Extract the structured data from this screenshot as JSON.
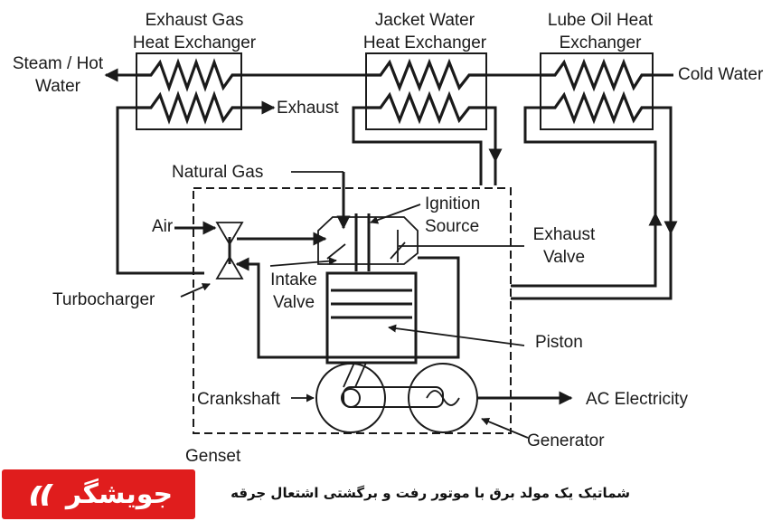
{
  "labels": {
    "exhaust_gas_hx_1": "Exhaust Gas",
    "exhaust_gas_hx_2": "Heat Exchanger",
    "jacket_water_hx_1": "Jacket Water",
    "jacket_water_hx_2": "Heat Exchanger",
    "lube_oil_hx_1": "Lube Oil Heat",
    "lube_oil_hx_2": "Exchanger",
    "steam_1": "Steam / Hot",
    "steam_2": "Water",
    "cold_water": "Cold Water",
    "exhaust": "Exhaust",
    "natural_gas": "Natural Gas",
    "ignition_1": "Ignition",
    "ignition_2": "Source",
    "exhaust_valve_1": "Exhaust",
    "exhaust_valve_2": "Valve",
    "air": "Air",
    "intake_valve_1": "Intake",
    "intake_valve_2": "Valve",
    "turbocharger": "Turbocharger",
    "piston": "Piston",
    "crankshaft": "Crankshaft",
    "ac_electricity": "AC Electricity",
    "generator": "Generator",
    "genset": "Genset"
  },
  "brand": {
    "name": "جویشگر"
  },
  "caption": "شماتیک یک مولد برق با موتور رفت و برگشتی اشتعال جرقه"
}
